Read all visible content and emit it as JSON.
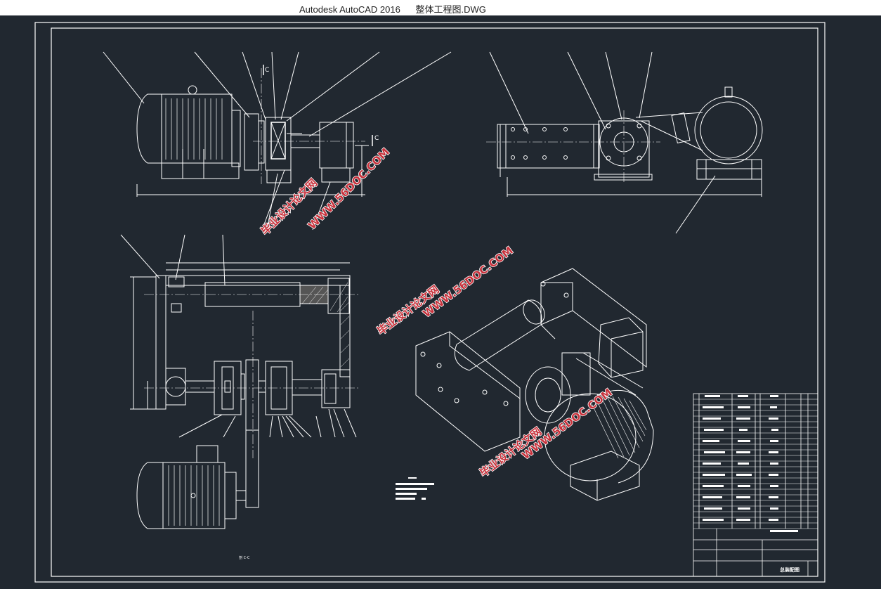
{
  "window": {
    "app_name": "Autodesk AutoCAD 2016",
    "file_name": "整体工程图.DWG"
  },
  "drawing": {
    "section_label_c": "C",
    "section_view_label": "剖 C-C",
    "title_block_name": "总装配图"
  },
  "watermark": {
    "line_cn": "毕业设计论文网",
    "line_url": "WWW.56DOC.COM"
  },
  "colors": {
    "background": "#212830",
    "lines": "#ffffff",
    "watermark_fill": "#c8323c",
    "watermark_outline": "#ffffff"
  }
}
